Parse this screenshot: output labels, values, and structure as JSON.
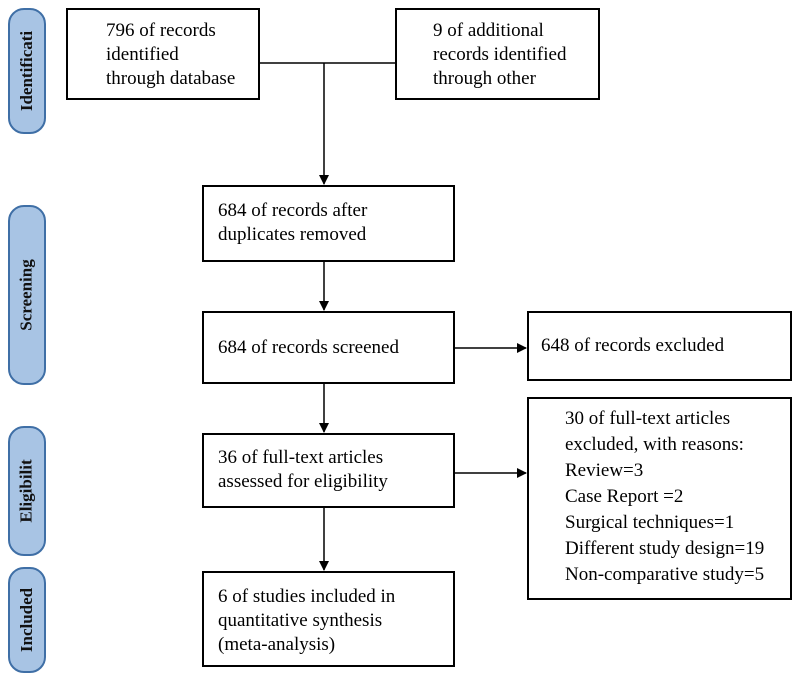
{
  "stages": {
    "identification": "Identificati",
    "screening": "Screening",
    "eligibility": "Eligibilit",
    "included": "Included"
  },
  "boxes": {
    "database": [
      "796 of records",
      "identified",
      "through database"
    ],
    "other": [
      "9 of additional",
      "records identified",
      "through other"
    ],
    "duplicates": [
      "684 of records after",
      "duplicates removed"
    ],
    "screened": [
      "684 of records screened"
    ],
    "excluded": [
      "648 of records excluded"
    ],
    "fulltext": [
      "36 of full-text articles",
      "assessed for eligibility"
    ],
    "fulltext_excluded": [
      "30 of full-text articles",
      "excluded, with reasons:",
      "Review=3",
      "Case Report =2",
      "Surgical techniques=1",
      "Different study design=19",
      "Non-comparative study=5"
    ],
    "included": [
      "6 of studies included in",
      "quantitative synthesis",
      "(meta-analysis)"
    ]
  },
  "colors": {
    "stage_fill": "#a8c4e4",
    "stage_border": "#3f6fa6",
    "line": "#000000"
  }
}
